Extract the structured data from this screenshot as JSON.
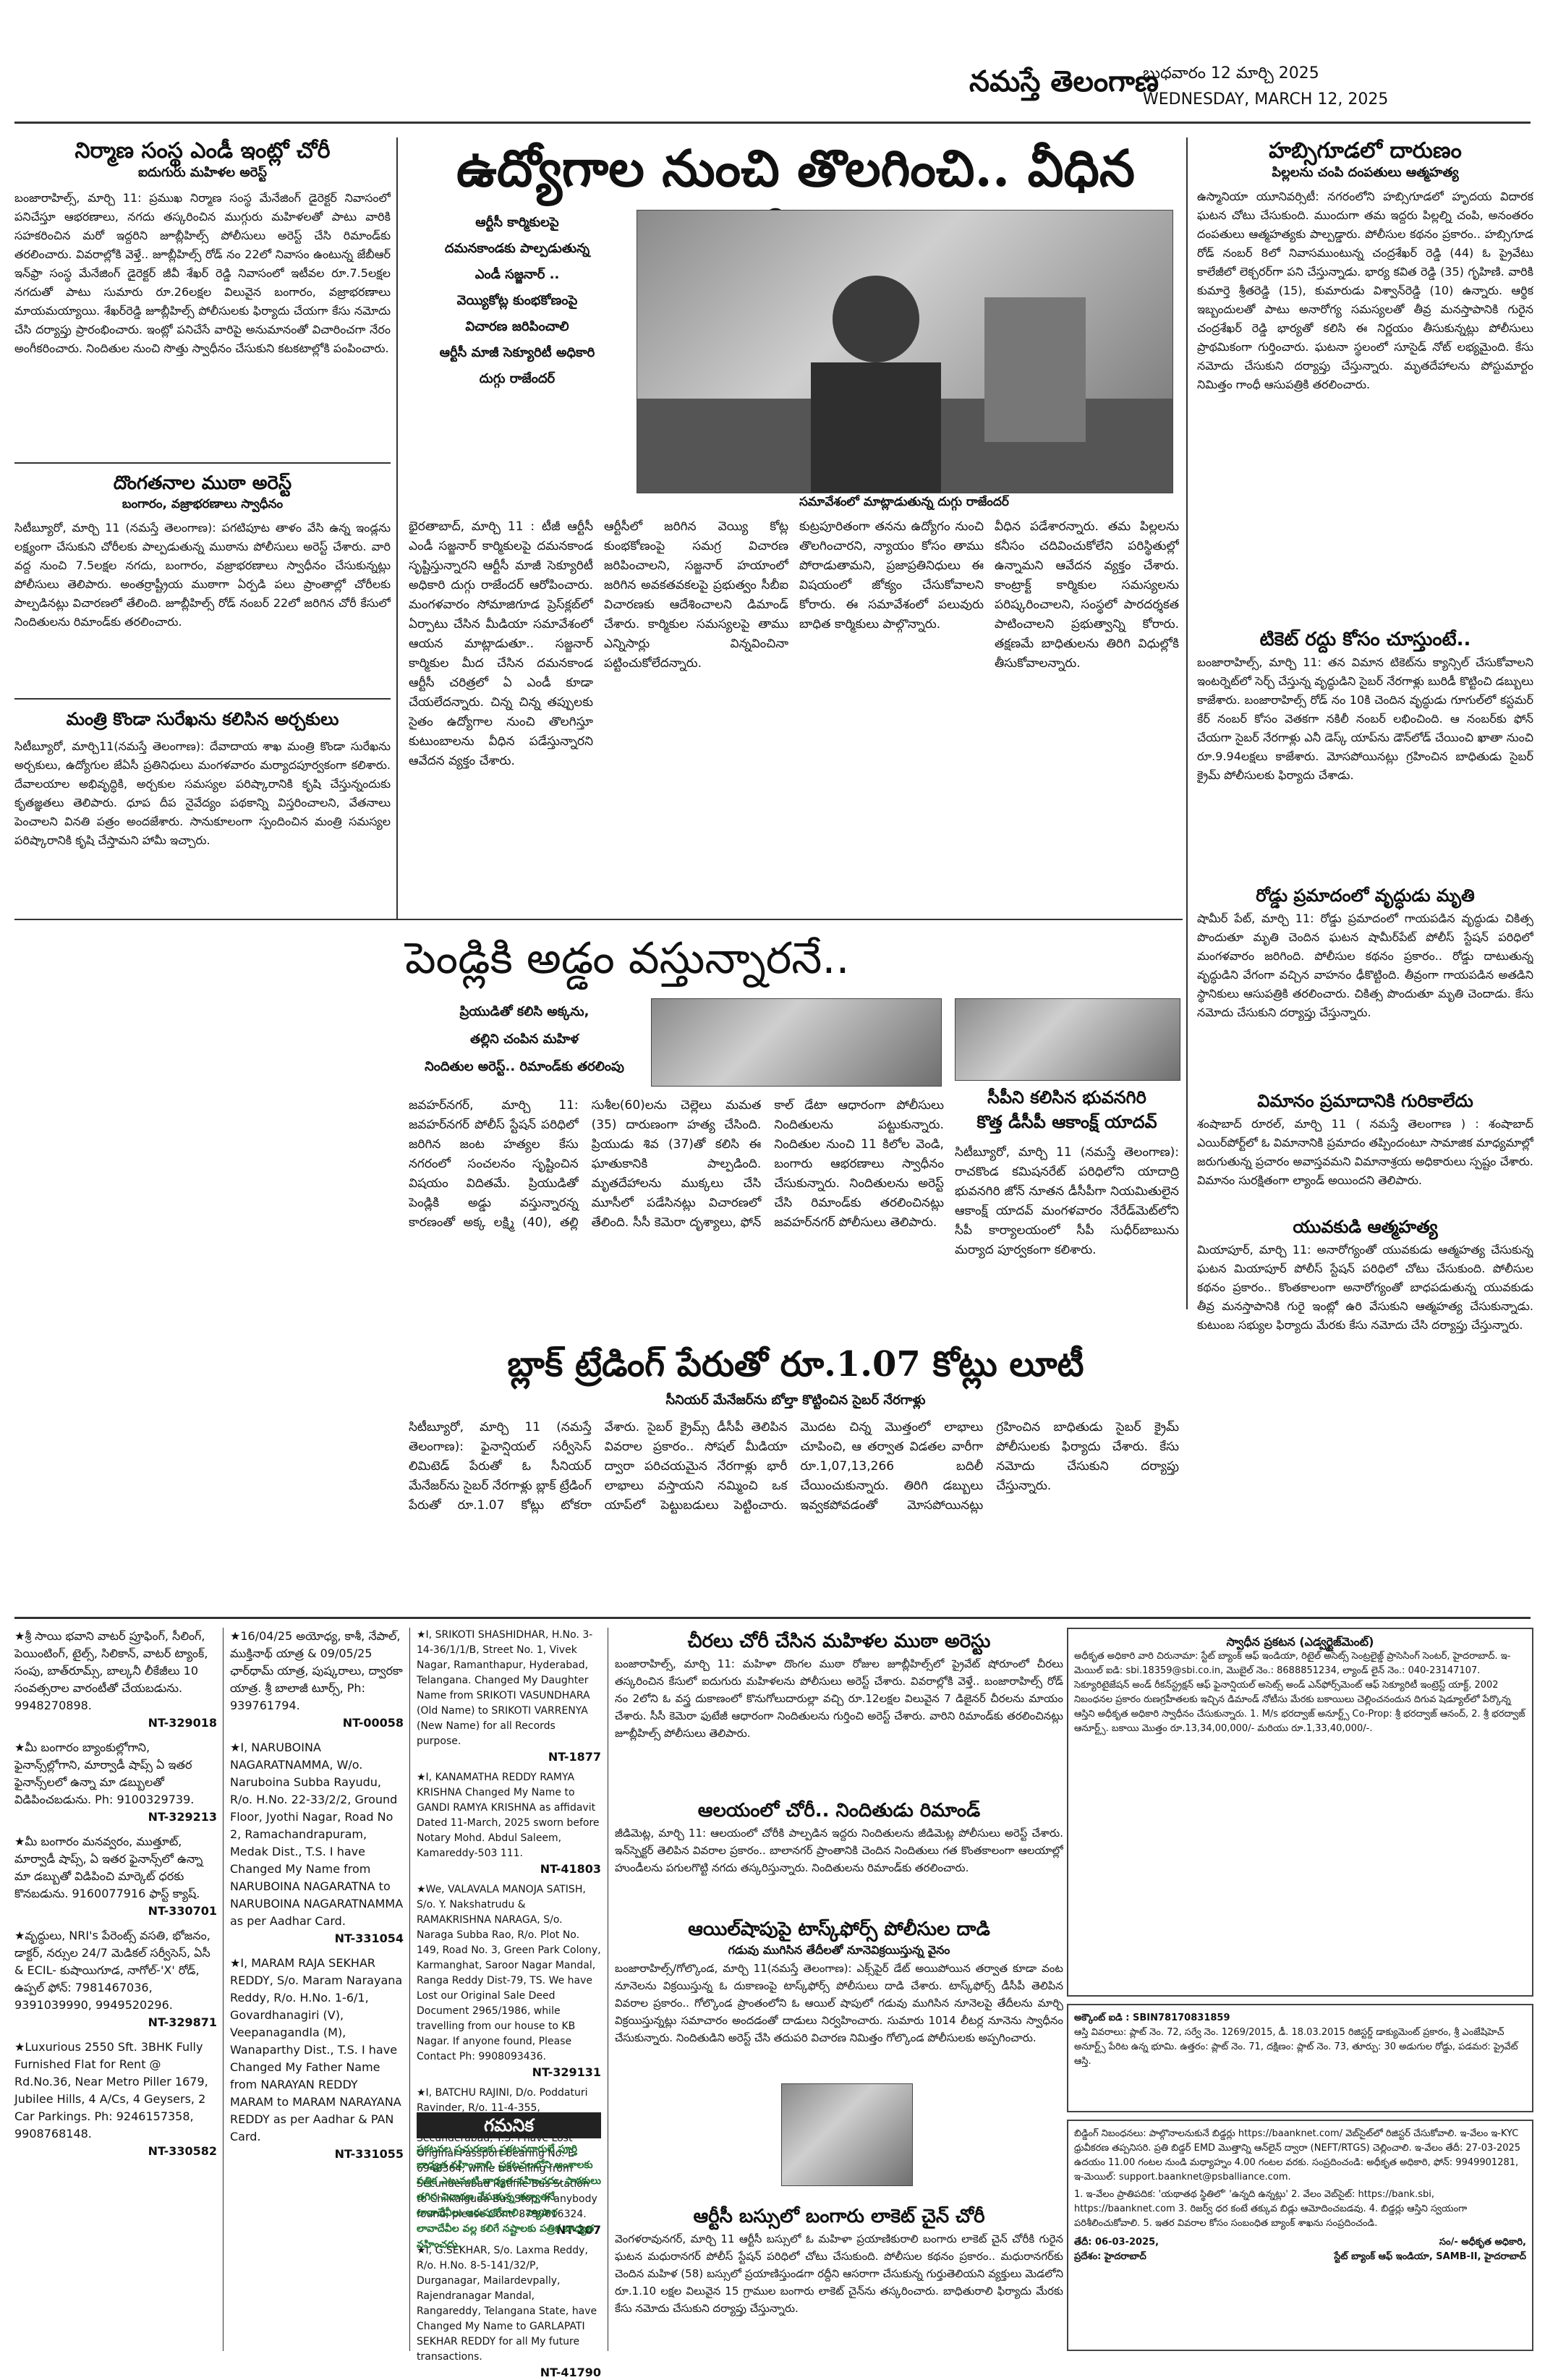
{
  "masthead": "నమస్తే తెలంగాణ",
  "date_te": "బుధవారం 12 మార్చి 2025",
  "date_en": "WEDNESDAY, MARCH 12, 2025",
  "lead": {
    "headline": "ఉద్యోగాల నుంచి తొలగించి.. వీధిన పడేశారు",
    "sub_lines": [
      "ఆర్టీసీ కార్మికులపై",
      "దమనకాండకు పాల్పడుతున్న",
      "ఎండీ సజ్జనార్ ..",
      "వెయ్యికోట్ల కుంభకోణంపై",
      "విచారణ జరిపించాలి",
      "ఆర్టీసీ మాజీ సెక్యూరిటీ అధికారి",
      "దుగ్గు రాజేందర్"
    ],
    "photo_caption": "సమావేశంలో మాట్లాడుతున్న దుగ్గు రాజేందర్",
    "body": [
      "భైరతాబాద్, మార్చి 11 : టీజీ ఆర్టీసీ ఎండీ సజ్జనార్ కార్మికులపై దమనకాండ సృష్టిస్తున్నారని ఆర్టీసీ మాజీ సెక్యూరిటీ అధికారి దుగ్గు రాజేందర్ ఆరోపించారు. మంగళవారం సోమాజిగూడ ప్రెస్‌క్లబ్‌లో ఏర్పాటు చేసిన మీడియా సమావేశంలో ఆయన మాట్లాడుతూ.. సజ్జనార్ కార్మికుల మీద చేసిన దమనకాండ ఆర్టీసీ చరిత్రలో ఏ ఎండీ కూడా చేయలేదన్నారు. చిన్న చిన్న తప్పులకు సైతం ఉద్యోగాల నుంచి తొలగిస్తూ కుటుంబాలను వీధిన పడేస్తున్నారని ఆవేదన వ్యక్తం చేశారు.",
      "ఆర్టీసీలో జరిగిన వెయ్యి కోట్ల కుంభకోణంపై సమగ్ర విచారణ జరిపించాలని, సజ్జనార్ హయాంలో జరిగిన అవకతవకలపై ప్రభుత్వం సీబీఐ విచారణకు ఆదేశించాలని డిమాండ్ చేశారు. కార్మికుల సమస్యలపై తాము ఎన్నిసార్లు విన్నవించినా పట్టించుకోలేదన్నారు.",
      "కుట్రపూరితంగా తనను ఉద్యోగం నుంచి తొలగించారని, న్యాయం కోసం తాము పోరాడుతామని, ప్రజాప్రతినిధులు ఈ విషయంలో జోక్యం చేసుకోవాలని కోరారు. ఈ సమావేశంలో పలువురు బాధిత కార్మికులు పాల్గొన్నారు.",
      "వీధిన పడేశారన్నారు. తమ పిల్లలను కనీసం చదివించుకోలేని పరిస్థితుల్లో ఉన్నామని ఆవేదన వ్యక్తం చేశారు. కాంట్రాక్ట్ కార్మికుల సమస్యలను పరిష్కరించాలని, సంస్థలో పారదర్శకత పాటించాలని ప్రభుత్వాన్ని కోరారు. తక్షణమే బాధితులను తిరిగి విధుల్లోకి తీసుకోవాలన్నారు."
    ]
  },
  "left": {
    "story1": {
      "headline": "నిర్మాణ సంస్థ ఎండీ ఇంట్లో చోరీ",
      "sub": "ఐదుగురు మహిళల అరెస్ట్",
      "body": "బంజారాహిల్స్, మార్చి 11: ప్రముఖ నిర్మాణ సంస్థ మేనేజింగ్ డైరెక్టర్ నివాసంలో పనిచేస్తూ ఆభరణాలు, నగదు తస్కరించిన ముగ్గురు మహిళలతో పాటు వారికి సహకరించిన మరో ఇద్దరిని జూబ్లీహిల్స్ పోలీసులు అరెస్ట్ చేసి రిమాండ్‌కు తరలించారు. వివరాల్లోకి వెళ్తే.. జూబ్లీహిల్స్ రోడ్ నం 22లో నివాసం ఉంటున్న జేబీఆర్ ఇన్‌ఫ్రా సంస్థ మేనేజింగ్ డైరెక్టర్ జీవీ శేఖర్ రెడ్డి నివాసంలో ఇటీవల రూ.7.5లక్షల నగదుతో పాటు సుమారు రూ.26లక్షల విలువైన బంగారం, వజ్రాభరణాలు మాయమయ్యాయి. శేఖర్‌రెడ్డి జూబ్లీహిల్స్ పోలీసులకు ఫిర్యాదు చేయగా కేసు నమోదు చేసి దర్యాప్తు ప్రారంభించారు. ఇంట్లో పనిచేసే వారిపై అనుమానంతో విచారించగా నేరం అంగీకరించారు. నిందితుల నుంచి సొత్తు స్వాధీనం చేసుకుని కటకటాల్లోకి పంపించారు."
    },
    "story2": {
      "headline": "దొంగతనాల ముఠా అరెస్ట్",
      "sub": "బంగారం, వజ్రాభరణాలు స్వాధీనం",
      "body": "సిటీబ్యూరో, మార్చి 11 (నమస్తే తెలంగాణ): పగటిపూట తాళం వేసి ఉన్న ఇండ్లను లక్ష్యంగా చేసుకుని చోరీలకు పాల్పడుతున్న ముఠాను పోలీసులు అరెస్ట్ చేశారు. వారి వద్ద నుంచి 7.5లక్షల నగదు, బంగారం, వజ్రాభరణాలు స్వాధీనం చేసుకున్నట్లు పోలీసులు తెలిపారు. అంతర్రాష్ట్రీయ ముఠాగా ఏర్పడి పలు ప్రాంతాల్లో చోరీలకు పాల్పడినట్లు విచారణలో తేలింది. జూబ్లీహిల్స్ రోడ్ నంబర్ 22లో జరిగిన చోరీ కేసులో నిందితులను రిమాండ్‌కు తరలించారు."
    },
    "story3": {
      "headline": "మంత్రి కొండా సురేఖను కలిసిన అర్చకులు",
      "body": "సిటీబ్యూరో, మార్చి11(నమస్తే తెలంగాణ): దేవాదాయ శాఖ మంత్రి కొండా సురేఖను అర్చకులు, ఉద్యోగుల జేఏసీ ప్రతినిధులు మంగళవారం మర్యాదపూర్వకంగా కలిశారు. దేవాలయాల అభివృద్ధికి, అర్చకుల సమస్యల పరిష్కారానికి కృషి చేస్తున్నందుకు కృతజ్ఞతలు తెలిపారు. ధూప దీప నైవేద్యం పథకాన్ని విస్తరించాలని, వేతనాలు పెంచాలని వినతి పత్రం అందజేశారు. సానుకూలంగా స్పందించిన మంత్రి సమస్యల పరిష్కారానికి కృషి చేస్తామని హామీ ఇచ్చారు."
    }
  },
  "right": {
    "story1": {
      "headline": "హబ్సిగూడలో దారుణం",
      "sub": "పిల్లలను చంపి దంపతులు ఆత్మహత్య",
      "body": "ఉస్మానియా యూనివర్సిటీ: నగరంలోని హబ్సిగూడలో హృదయ విదారక ఘటన చోటు చేసుకుంది. ముందుగా తమ ఇద్దరు పిల్లల్ని చంపి, అనంతరం దంపతులు ఆత్మహత్యకు పాల్పడ్డారు. పోలీసుల కథనం ప్రకారం.. హబ్సిగూడ రోడ్ నంబర్ 8లో నివాసముంటున్న చంద్రశేఖర్ రెడ్డి (44) ఓ ప్రైవేటు కాలేజీలో లెక్చరర్‌గా పని చేస్తున్నాడు. భార్య కవిత రెడ్డి (35) గృహిణి. వారికి కుమార్తె శ్రీతరెడ్డి (15), కుమారుడు విశ్వాన్‌రెడ్డి (10) ఉన్నారు. ఆర్థిక ఇబ్బందులతో పాటు అనారోగ్య సమస్యలతో తీవ్ర మనస్తాపానికి గురైన చంద్రశేఖర్ రెడ్డి భార్యతో కలిసి ఈ నిర్ణయం తీసుకున్నట్లు పోలీసులు ప్రాథమికంగా గుర్తించారు. ఘటనా స్థలంలో సూసైడ్ నోట్ లభ్యమైంది. కేసు నమోదు చేసుకుని దర్యాప్తు చేస్తున్నారు. మృతదేహాలను పోస్టుమార్టం నిమిత్తం గాంధీ ఆసుపత్రికి తరలించారు."
    },
    "story2": {
      "headline": "టికెట్ రద్దు కోసం చూస్తుంటే..",
      "body": "బంజారాహిల్స్, మార్చి 11: తన విమాన టికెట్‌ను క్యాన్సిల్ చేసుకోవాలని ఇంటర్నెట్‌లో సెర్చ్ చేస్తున్న వృద్ధుడిని సైబర్ నేరగాళ్లు బురిడీ కొట్టించి డబ్బులు కాజేశారు. బంజారాహిల్స్ రోడ్ నం 10కి చెందిన వృద్ధుడు గూగుల్‌లో కస్టమర్ కేర్ నంబర్ కోసం వెతకగా నకిలీ నంబర్ లభించింది. ఆ నంబర్‌కు ఫోన్ చేయగా సైబర్ నేరగాళ్లు ఎనీ డెస్క్ యాప్‌ను డౌన్‌లోడ్ చేయించి ఖాతా నుంచి రూ.9.94లక్షలు కాజేశారు. మోసపోయినట్లు గ్రహించిన బాధితుడు సైబర్ క్రైమ్ పోలీసులకు ఫిర్యాదు చేశాడు."
    },
    "story3": {
      "headline": "రోడ్డు ప్రమాదంలో వృద్ధుడు మృతి",
      "body": "షామీర్ పేట్, మార్చి 11: రోడ్డు ప్రమాదంలో గాయపడిన వృద్ధుడు చికిత్స పొందుతూ మృతి చెందిన ఘటన షామీర్‌పేట్ పోలీస్ స్టేషన్ పరిధిలో మంగళవారం జరిగింది. పోలీసుల కథనం ప్రకారం.. రోడ్డు దాటుతున్న వృద్ధుడిని వేగంగా వచ్చిన వాహనం ఢీకొట్టింది. తీవ్రంగా గాయపడిన అతడిని స్థానికులు ఆసుపత్రికి తరలించారు. చికిత్స పొందుతూ మృతి చెందాడు. కేసు నమోదు చేసుకుని దర్యాప్తు చేస్తున్నారు."
    },
    "story4": {
      "headline": "విమానం ప్రమాదానికి గురికాలేదు",
      "body": "శంషాబాద్ రూరల్, మార్చి 11 ( నమస్తే తెలంగాణ ) : శంషాబాద్ ఎయిర్‌పోర్ట్‌లో ఓ విమానానికి ప్రమాదం తప్పిందంటూ సామాజిక మాధ్యమాల్లో జరుగుతున్న ప్రచారం అవాస్తవమని విమానాశ్రయ అధికారులు స్పష్టం చేశారు. విమానం సురక్షితంగా ల్యాండ్ అయిందని తెలిపారు."
    },
    "story5": {
      "headline": "యువకుడి ఆత్మహత్య",
      "body": "మియాపూర్, మార్చి 11: అనారోగ్యంతో యువకుడు ఆత్మహత్య చేసుకున్న ఘటన మియాపూర్ పోలీస్ స్టేషన్ పరిధిలో చోటు చేసుకుంది. పోలీసుల కథనం ప్రకారం.. కొంతకాలంగా అనారోగ్యంతో బాధపడుతున్న యువకుడు తీవ్ర మనస్తాపానికి గురై ఇంట్లో ఉరి వేసుకుని ఆత్మహత్య చేసుకున్నాడు. కుటుంబ సభ్యుల ఫిర్యాదు మేరకు కేసు నమోదు చేసి దర్యాప్తు చేస్తున్నారు."
    }
  },
  "mid": {
    "marriage": {
      "headline": "పెండ్లికి అడ్డం వస్తున్నారనే..",
      "sub_lines": [
        "ప్రియుడితో కలిసి అక్కను,",
        "తల్లిని చంపిన మహిళ",
        "నిందితుల అరెస్ట్.. రిమాండ్‌కు తరలింపు"
      ],
      "body": "జవహర్‌నగర్, మార్చి 11: జవహర్‌నగర్ పోలీస్ స్టేషన్ పరిధిలో జరిగిన జంట హత్యల కేసు నగరంలో సంచలనం సృష్టించిన విషయం విదితమే. ప్రియుడితో పెండ్లికి అడ్డు వస్తున్నారన్న కారణంతో అక్క లక్ష్మి (40), తల్లి సుశీల(60)లను చెల్లెలు మమత (35) దారుణంగా హత్య చేసింది. ప్రియుడు శివ (37)తో కలిసి ఈ ఘాతుకానికి పాల్పడింది. మృతదేహాలను ముక్కలు చేసి మూసీలో పడేసినట్లు విచారణలో తేలింది. సీసీ కెమెరా దృశ్యాలు, ఫోన్ కాల్ డేటా ఆధారంగా పోలీసులు నిందితులను పట్టుకున్నారు. నిందితుల నుంచి 11 కిలోల వెండి, బంగారు ఆభరణాలు స్వాధీనం చేసుకున్నారు. నిందితులను అరెస్ట్ చేసి రిమాండ్‌కు తరలించినట్లు జవహర్‌నగర్ పోలీసులు తెలిపారు."
    },
    "dcp": {
      "headline1": "సీపీని కలిసిన భువనగిరి",
      "headline2": "కొత్త డీసీపీ ఆకాంక్ష్ యాదవ్",
      "body": "సిటీబ్యూరో, మార్చి 11 (నమస్తే తెలంగాణ): రాచకొండ కమిషనరేట్ పరిధిలోని యాదాద్రి భువనగిరి జోన్ నూతన డీసీపీగా నియమితులైన ఆకాంక్ష్ యాదవ్ మంగళవారం నేరేడ్‌మెట్‌లోని సీపీ కార్యాలయంలో సీపీ సుధీర్‌బాబును మర్యాద పూర్వకంగా కలిశారు."
    },
    "black": {
      "headline": "బ్లాక్ ట్రేడింగ్ పేరుతో రూ.1.07 కోట్లు లూటీ",
      "sub": "సీనియర్ మేనేజర్‌ను బోల్తా కొట్టించిన సైబర్ నేరగాళ్లు",
      "body": "సిటీబ్యూరో, మార్చి 11 (నమస్తే తెలంగాణ): ఫైనాన్షియల్ సర్వీసెస్ లిమిటెడ్ పేరుతో ఓ సీనియర్ మేనేజర్‌ను సైబర్ నేరగాళ్లు బ్లాక్ ట్రేడింగ్ పేరుతో రూ.1.07 కోట్లు టోకరా వేశారు. సైబర్ క్రైమ్స్ డీసీపీ తెలిపిన వివరాల ప్రకారం.. సోషల్ మీడియా ద్వారా పరిచయమైన నేరగాళ్లు భారీ లాభాలు వస్తాయని నమ్మించి ఒక యాప్‌లో పెట్టుబడులు పెట్టించారు. మొదట చిన్న మొత్తంలో లాభాలు చూపించి, ఆ తర్వాత విడతల వారీగా రూ.1,07,13,266 బదిలీ చేయించుకున్నారు. తిరిగి డబ్బులు ఇవ్వకపోవడంతో మోసపోయినట్లు గ్రహించిన బాధితుడు సైబర్ క్రైమ్ పోలీసులకు ఫిర్యాదు చేశారు. కేసు నమోదు చేసుకుని దర్యాప్తు చేస్తున్నారు."
    },
    "saree": {
      "headline": "చీరలు చోరీ చేసిన మహిళల ముఠా అరెస్టు",
      "body": "బంజారాహిల్స్, మార్చి 11: మహిళా దొంగల ముఠా రోజుల జూబ్లీహిల్స్‌లో ప్రైవేట్ షోరూంలో చీరలు తస్కరించిన కేసులో ఐదుగురు మహిళలను పోలీసులు అరెస్ట్ చేశారు. వివరాల్లోకి వెళ్తే.. బంజారాహిల్స్ రోడ్ నం 2లోని ఓ వస్త్ర దుకాణంలో కొనుగోలుదారుల్లా వచ్చి రూ.12లక్షల విలువైన 7 డిజైనర్ చీరలను మాయం చేశారు. సీసీ కెమెరా ఫుటేజీ ఆధారంగా నిందితులను గుర్తించి అరెస్ట్ చేశారు. వారిని రిమాండ్‌కు తరలించినట్లు జూబ్లీహిల్స్ పోలీసులు తెలిపారు."
    },
    "temple": {
      "headline": "ఆలయంలో చోరీ.. నిందితుడు రిమాండ్",
      "body": "జీడిమెట్ల, మార్చి 11: ఆలయంలో చోరీకి పాల్పడిన ఇద్దరు నిందితులను జీడిమెట్ల పోలీసులు అరెస్ట్ చేశారు. ఇన్‌స్పెక్టర్ తెలిపిన వివరాల ప్రకారం.. బాలానగర్ ప్రాంతానికి చెందిన నిందితులు గత కొంతకాలంగా ఆలయాల్లో హుండీలను పగులగొట్టి నగదు తస్కరిస్తున్నారు. నిందితులను రిమాండ్‌కు తరలించారు."
    },
    "oil": {
      "headline": "ఆయిల్‌షాపుపై టాస్క్‌ఫోర్స్ పోలీసుల దాడి",
      "sub": "గడువు ముగిసిన తేదీలతో నూనెవిక్రయిస్తున్న వైనం",
      "body": "బంజారాహిల్స్/గోల్కొండ, మార్చి 11(నమస్తే తెలంగాణ): ఎక్స్‌పైర్ డేట్ అయిపోయిన తర్వాత కూడా వంట నూనెలను విక్రయిస్తున్న ఓ దుకాణంపై టాస్క్‌ఫోర్స్ పోలీసులు దాడి చేశారు. టాస్క్‌ఫోర్స్ డీసీపీ తెలిపిన వివరాల ప్రకారం.. గోల్కొండ ప్రాంతంలోని ఓ ఆయిల్ షాపులో గడువు ముగిసిన నూనెలపై తేదీలను మార్చి విక్రయిస్తున్నట్లు సమాచారం అందడంతో దాడులు నిర్వహించారు. సుమారు 1014 లీటర్ల నూనెను స్వాధీనం చేసుకున్నారు. నిందితుడిని అరెస్ట్ చేసి తదుపరి విచారణ నిమిత్తం గోల్కొండ పోలీసులకు అప్పగించారు."
    },
    "chain": {
      "headline": "ఆర్టీసీ బస్సులో బంగారు లాకెట్ చైన్ చోరీ",
      "body": "వెంగళరావునగర్, మార్చి 11 ఆర్టీసీ బస్సులో ఓ మహిళా ప్రయాణికురాలి బంగారు లాకెట్ చైన్ చోరీకి గురైన ఘటన మధురానగర్ పోలీస్ స్టేషన్ పరిధిలో చోటు చేసుకుంది. పోలీసుల కథనం ప్రకారం.. మధురానగర్‌కు చెందిన మహిళ (58) బస్సులో ప్రయాణిస్తుండగా రద్దీని ఆసరాగా చేసుకున్న గుర్తుతెలియని వ్యక్తులు మెడలోని రూ.1.10 లక్షల విలువైన 15 గ్రాముల బంగారు లాకెట్ చైన్‌ను తస్కరించారు. బాధితురాలి ఫిర్యాదు మేరకు కేసు నమోదు చేసుకుని దర్యాప్తు చేస్తున్నారు."
    }
  },
  "classifieds": {
    "col1": [
      {
        "text": "★శ్రీ సాయి భవాని వాటర్ ప్రూఫింగ్, సీలింగ్, పెయింటింగ్, టైల్స్, సిలికాన్, వాటర్ ట్యాంక్, సంపు, బాత్‌రూమ్స్, బాల్కనీ లీకేజీలు 10 సంవత్సరాల వారంటీతో చేయబడును. 9948270898.",
        "code": "NT-329018"
      },
      {
        "text": "★మీ బంగారం బ్యాంకుల్లోగాని, ఫైనాన్స్‌ల్లోగాని, మార్వాడీ షాప్స్ ఏ ఇతర ఫైనాన్స్‌లలో ఉన్నా మా డబ్బులతో విడిపించబడును. Ph: 9100329739.",
        "code": "NT-329213"
      },
      {
        "text": "★మీ బంగారం మనవ్వరం, ముత్తూట్, మార్వాడీ షాప్స్, ఏ ఇతర ఫైనాన్స్‌లో ఉన్నా మా డబ్బుతో విడిపించి మార్కెట్ ధరకు కొనబడును. 9160077916 ఫాస్ట్ క్యాష్.",
        "code": "NT-330701"
      },
      {
        "text": "★వృద్ధులు, NRI's పేరెంట్స్ వసతి, భోజనం, డాక్టర్, నర్సుల 24/7 మెడికల్ సర్వీసెస్, ఏసీ & ECIL- కుషాయిగూడ, నాగోల్-'X' రోడ్, ఉప్పల్ ఫోన్: 7981467036, 9391039990, 9949520296.",
        "code": "NT-329871"
      },
      {
        "text": "★Luxurious 2550 Sft. 3BHK Fully Furnished Flat for Rent @ Rd.No.36, Near Metro Piller 1679, Jubilee Hills, 4 A/Cs, 4 Geysers, 2 Car Parkings. Ph: 9246157358, 9908768148.",
        "code": "NT-330582"
      }
    ],
    "col2": [
      {
        "text": "★16/04/25 అయోధ్య, కాశీ, నేపాల్, ముక్తినాథ్ యాత్ర & 09/05/25 ఛార్‌ధామ్ యాత్ర, పుష్కరాలు, ద్వారకా యాత్ర. శ్రీ బాలాజీ టూర్స్, Ph: 939761794.",
        "code": "NT-00058"
      },
      {
        "text": "★I, NARUBOINA NAGARATNAMMA, W/o. Naruboina Subba Rayudu, R/o. H.No. 22-33/2/2, Ground Floor, Jyothi Nagar, Road No 2, Ramachandrapuram, Medak Dist., T.S. I have Changed My Name from NARUBOINA NAGARATNA to NARUBOINA NAGARATNAMMA as per Aadhar Card.",
        "code": "NT-331054"
      },
      {
        "text": "★I, MARAM RAJA SEKHAR REDDY, S/o. Maram Narayana Reddy, R/o. H.No. 1-6/1, Govardhanagiri (V), Veepanagandla (M), Wanaparthy Dist., T.S. I have Changed My Father Name from NARAYAN REDDY MARAM to MARAM NARAYANA REDDY as per Aadhar & PAN Card.",
        "code": "NT-331055"
      }
    ],
    "col3": [
      {
        "text": "★I, SRIKOTI SHASHIDHAR, H.No. 3-14-36/1/1/B, Street No. 1, Vivek Nagar, Ramanthapur, Hyderabad, Telangana. Changed My Daughter Name from SRIKOTI VASUNDHARA (Old Name) to SRIKOTI VARRENYA (New Name) for all Records purpose.",
        "code": "NT-1877"
      },
      {
        "text": "★I, KANAMATHA REDDY RAMYA KRISHNA Changed My Name to GANDI RAMYA KRISHNA as affidavit Dated 11-March, 2025 sworn before Notary Mohd. Abdul Saleem, Kamareddy-503 111.",
        "code": "NT-41803"
      },
      {
        "text": "★We, VALAVALA MANOJA SATISH, S/o. Y. Nakshatrudu & RAMAKRISHNA NARAGA, S/o. Naraga Subba Rao, R/o. Plot No. 149, Road No. 3, Green Park Colony, Karmanghat, Saroor Nagar Mandal, Ranga Reddy Dist-79, TS. We have Lost our Original Sale Deed Document 2965/1986, while travelling from our house to KB Nagar. If anyone found, Please Contact Ph: 9908093436.",
        "code": "NT-329131"
      },
      {
        "text": "★I, BATCHU RAJINI, D/o. Poddaturi Ravinder, R/o. 11-4-355, Mylargadda, Chilkalguda, Secunderabad, T.S. I have Lost Original Passport bearing No. E-6948364, while travelling from Secunderabad Ratifile Bus Station to Chilkalguda Bus Stop. If anybody found, please Cont: 8790616324.",
        "code": "NT-207"
      },
      {
        "text": "★I, G.SEKHAR, S/o. Laxma Reddy, R/o. H.No. 8-5-141/32/P, Durganagar, Mailardevpally, Rajendranagar Mandal, Rangareddy, Telangana State, have Changed My Name to GARLAPATI SEKHAR REDDY for all My future transactions.",
        "code": "NT-41790"
      }
    ],
    "gamanika_title": "గమనిక",
    "gamanika_text": "ప్రకటనల ప్రచురణకు ప్రకటనదారులే పూర్తి బాధ్యత వహించాలి. ప్రకటనలలోని అంశాలకు పత్రిక ఎటువంటి బాధ్యత వహించదు. పాఠకులు తగిన విచారణ చేసుకున్న తర్వాతనే లావాదేవీలు జరుపుకోవాలి. వ్యాపార లావాదేవీల వల్ల కలిగే నష్టాలకు పత్రిక బాధ్యత వహించదు."
  },
  "bank_ads": {
    "ad1_title": "స్వాధీన ప్రకటన (ఎడ్వర్టైజ్‌మెంట్)",
    "ad1_body": "అధీకృత అధికారి వారి చిరునామా: స్టేట్ బ్యాంక్ ఆఫ్ ఇండియా, రిటైల్ అసెట్స్ సెంట్రలైజ్డ్ ప్రాసెసింగ్ సెంటర్, హైదరాబాద్. ఇ-మెయిల్ ఐడి: sbi.18359@sbi.co.in, మొబైల్ నెం.: 8688851234, ల్యాండ్ లైన్ నెం.: 040-23147107. సెక్యూరిటైజేషన్ అండ్ రీకన్‌స్ట్రక్షన్ ఆఫ్ ఫైనాన్షియల్ అసెట్స్ అండ్ ఎన్‌ఫోర్స్‌మెంట్ ఆఫ్ సెక్యూరిటీ ఇంట్రెస్ట్ యాక్ట్, 2002 నిబంధనల ప్రకారం రుణగ్రహీతలకు ఇచ్చిన డిమాండ్ నోటీసు మేరకు బకాయిలు చెల్లించనందున దిగువ షెడ్యూల్‌లో పేర్కొన్న ఆస్తిని అధీకృత అధికారి స్వాధీనం చేసుకున్నారు. 1. M/s భరద్వాజ్ అనూర్ట్స్ Co-Prop: శ్రీ భరద్వాజ్ ఆనంద్, 2. శ్రీ భరద్వాజ్ ఆనూర్ట్స్. బకాయి మొత్తం రూ.13,34,00,000/- మరియు రూ.1,33,40,000/-.",
    "ad2_ref": "అక్కౌంట్ ఐడి : SBIN78170831859",
    "ad2_body": "ఆస్తి వివరాలు: ప్లాట్ నెం. 72, సర్వే నెం. 1269/2015, డీ. 18.03.2015 రిజిస్టర్డ్ డాక్యుమెంట్ ప్రకారం, శ్రీ ఎంజేషిహెచ్ అనూర్ట్స్ పేరిట ఉన్న భూమి. ఉత్తరం: ప్లాట్ నెం. 71, దక్షిణం: ప్లాట్ నెం. 73, తూర్పు: 30 అడుగుల రోడ్డు, పడమర: ప్రైవేట్ ఆస్తి.",
    "ad3_body": "బిడ్డింగ్ నిబంధనలు: పాల్గొనాలనుకునే బిడ్డర్లు https://baanknet.com/ వెబ్‌సైట్‌లో రిజిస్టర్ చేసుకోవాలి. ఇ-వేలం ఇ-KYC ధ్రువీకరణ తప్పనిసరి. ప్రతి బిడ్డర్ EMD మొత్తాన్ని ఆన్‌లైన్ ద్వారా (NEFT/RTGS) చెల్లించాలి. ఇ-వేలం తేదీ: 27-03-2025 ఉదయం 11.00 గంటల నుండి మధ్యాహ్నం 4.00 గంటల వరకు. సంప్రదించండి: అధీకృత అధికారి, ఫోన్: 9949901281, ఇ-మెయిల్: support.baanknet@psballiance.com.",
    "ad3_points": "1. ఇ-వేలం ప్రాతిపదిక: 'యథాతథ స్థితిలో' 'ఉన్నది ఉన్నట్లు' 2. వేలం వెబ్‌సైట్: https://bank.sbi, https://baanknet.com 3. రిజర్వ్ ధర కంటే తక్కువ బిడ్లు ఆమోదించబడవు. 4. బిడ్డర్లు ఆస్తిని స్వయంగా పరిశీలించుకోవాలి. 5. ఇతర వివరాల కోసం సంబంధిత బ్యాంక్ శాఖను సంప్రదించండి.",
    "sign_date": "తేదీ: 06-03-2025,",
    "sign_place": "ప్రదేశం: హైదరాబాద్",
    "sign_name": "సం/- అధీకృత అధికారి,",
    "sign_bank": "స్టేట్ బ్యాంక్ ఆఫ్ ఇండియా, SAMB-II, హైదరాబాద్"
  }
}
